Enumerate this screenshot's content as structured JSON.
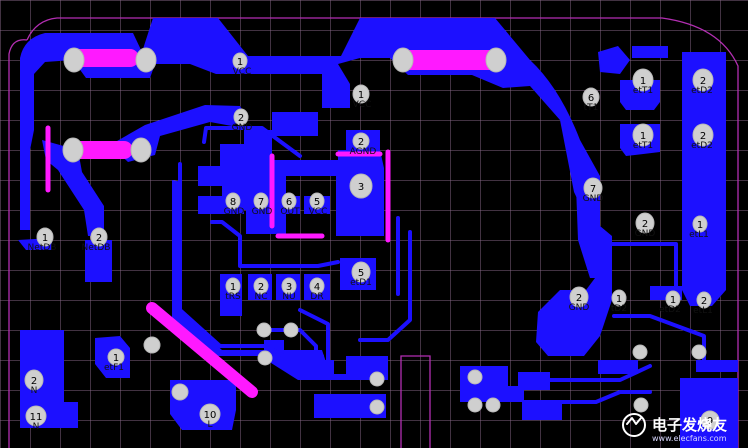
{
  "board": {
    "background": "#000000",
    "grid_color": "#8b6a8b",
    "copper_color": "#1c10ff",
    "outline_color": "#b32eb2",
    "highlight_color": "#ff19ff",
    "pad_color": "#cfcfcf"
  },
  "labels": {
    "vcc_top": "VCC",
    "pad_1_top": "1",
    "vcc_mid_pad": "1",
    "vcc_mid": "VCC",
    "agnd_pad": "2",
    "agnd": "AGND",
    "gnd_top_pad": "2",
    "gnd_top": "GND",
    "pad_8": "8",
    "gnd_8": "GND",
    "pad_7_left": "7",
    "gnd_7_left": "GND",
    "pad_6_mid": "6",
    "out_6": "OUT",
    "pad_5_mid": "5",
    "vcc_5": "VCC",
    "pad_3": "3",
    "pad_1_bot": "1",
    "rst_bot": "tRS",
    "pad_2_bot": "2",
    "nc_bot": "NC",
    "pad_3_bot": "3",
    "nu_bot": "NU",
    "pad_4_bot": "4",
    "dr_bot": "DR",
    "pad_5_right": "5",
    "net_d1": "etD1",
    "left_pad_1": "1",
    "left_net_1": "NetDB",
    "left_pad_2": "2",
    "left_net_2": "NetDB",
    "fuse_pad": "1",
    "fuse_net": "etF1",
    "n_pad_2": "2",
    "n_label_2": "N",
    "n_pad_11": "11",
    "n_label_11": "N",
    "l_pad_10": "10",
    "l_label": "L",
    "top_right_pad_1": "1",
    "top_right_net_1": "etT1",
    "top_right_pad_6": "6",
    "top_right_net_6": "tT1",
    "top_right_pad_1b": "1",
    "top_right_net_1b": "etT1",
    "top_right_pad_2a": "2",
    "top_right_net_2a": "etD2",
    "top_right_pad_2b": "2",
    "top_right_net_2b": "etD2",
    "gnd_right_pad_7": "7",
    "gnd_right_7": "GND",
    "gnd_right_pad_2": "2",
    "gnd_right_2": "GND",
    "lower_gnd_pad": "2",
    "lower_gnd": "GND",
    "lower_d2_pad": "1",
    "lower_d2": "tD2",
    "lower_netd2_pad": "1",
    "lower_netd2": "etD2",
    "right_l1_pad": "1",
    "right_l1": "etL1",
    "right_l2_pad": "2",
    "right_l2": "etL1",
    "bottom_right_pad": "9",
    "watermark_main": "电子发烧友",
    "watermark_sub": "www.elecfans.com"
  }
}
